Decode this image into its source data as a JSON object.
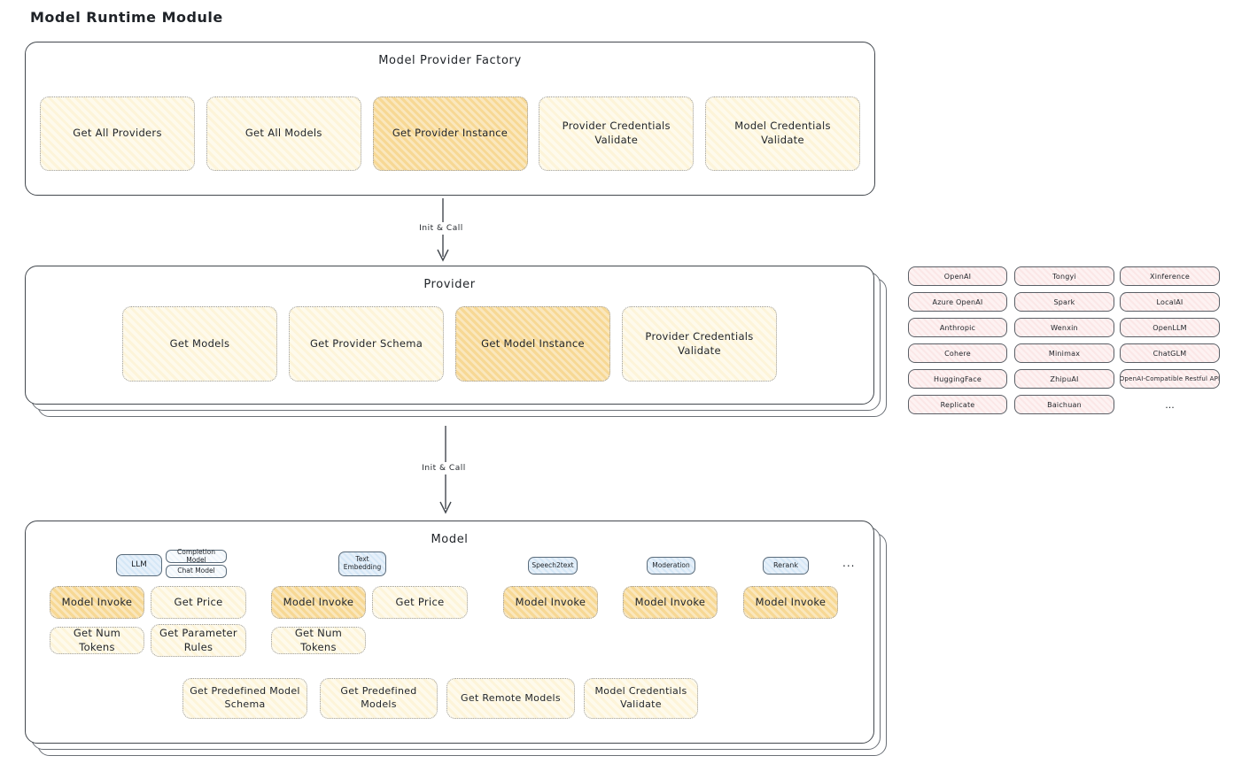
{
  "page_title": "Model Runtime Module",
  "colors": {
    "outline": "#43484e",
    "yellow_fill": "#fdf7e3",
    "highlight_fill": "#f8dea6",
    "pink_fill": "#fbe7e7",
    "blue_fill": "#d5e7f6",
    "text": "#1f2328"
  },
  "factory": {
    "title": "Model Provider Factory",
    "buttons": [
      {
        "label": "Get All Providers",
        "highlighted": false
      },
      {
        "label": "Get All Models",
        "highlighted": false
      },
      {
        "label": "Get Provider Instance",
        "highlighted": true
      },
      {
        "label": "Provider Credentials Validate",
        "highlighted": false
      },
      {
        "label": "Model Credentials Validate",
        "highlighted": false
      }
    ]
  },
  "arrows": {
    "factory_to_provider": "Init & Call",
    "provider_to_model": "Init & Call"
  },
  "provider": {
    "title": "Provider",
    "buttons": [
      {
        "label": "Get Models",
        "highlighted": false
      },
      {
        "label": "Get Provider Schema",
        "highlighted": false
      },
      {
        "label": "Get Model Instance",
        "highlighted": true
      },
      {
        "label": "Provider Credentials Validate",
        "highlighted": false
      }
    ]
  },
  "provider_list": {
    "col1": [
      "OpenAI",
      "Azure OpenAI",
      "Anthropic",
      "Cohere",
      "HuggingFace",
      "Replicate"
    ],
    "col2": [
      "Tongyi",
      "Spark",
      "Wenxin",
      "Minimax",
      "ZhipuAI",
      "Baichuan"
    ],
    "col3": [
      "Xinference",
      "LocalAI",
      "OpenLLM",
      "ChatGLM",
      "OpenAI-Compatible Restful API"
    ],
    "more": "..."
  },
  "model": {
    "title": "Model",
    "tabs": {
      "llm": "LLM",
      "completion": "Completion Model",
      "chat": "Chat Model",
      "text_embedding": "Text Embedding",
      "speech2text": "Speech2text",
      "moderation": "Moderation",
      "rerank": "Rerank",
      "more": "..."
    },
    "llm_buttons": [
      "Model Invoke",
      "Get Price",
      "Get Num Tokens",
      "Get Parameter Rules"
    ],
    "embedding_buttons": [
      "Model Invoke",
      "Get Price",
      "Get Num Tokens"
    ],
    "speech2text_buttons": [
      "Model Invoke"
    ],
    "moderation_buttons": [
      "Model Invoke"
    ],
    "rerank_buttons": [
      "Model Invoke"
    ],
    "shared_buttons": [
      "Get Predefined Model Schema",
      "Get Predefined Models",
      "Get Remote Models",
      "Model Credentials Validate"
    ]
  }
}
